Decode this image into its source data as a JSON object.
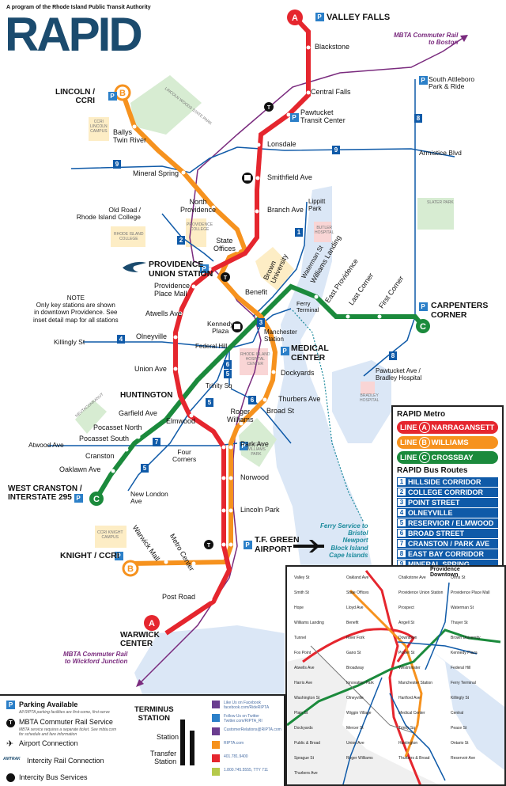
{
  "header": {
    "tagline": "A program of the Rhode Island Public Transit Authority",
    "logo": "RAPID"
  },
  "colors": {
    "line_a": "#e5262e",
    "line_b": "#f6921e",
    "line_c": "#1b8a3c",
    "bus": "#0f5aa8",
    "commuter_rail": "#7a2b7e",
    "water": "#dbe7f6",
    "park": "#d7ecd2",
    "campus": "#fdedc5",
    "hospital": "#f9d5d5"
  },
  "stations": {
    "valley_falls": "VALLEY FALLS",
    "blackstone": "Blackstone",
    "central_falls": "Central Falls",
    "pawtucket_transit": "Pawtucket\nTransit Center",
    "lonsdale": "Lonsdale",
    "smithfield": "Smithfield Ave",
    "branch": "Branch Ave",
    "lincoln": "LINCOLN /\nCCRI",
    "ballys": "Ballys\nTwin River",
    "mineral_spring": "Mineral Spring",
    "north_providence": "North\nProvidence",
    "old_road": "Old Road /\nRhode Island College",
    "state_offices": "State\nOffices",
    "providence_union": "PROVIDENCE\nUNION STATION",
    "providence_place": "Providence\nPlace Mall",
    "atwells": "Atwells Ave",
    "olneyville": "Olneyville",
    "killingly": "Killingly St",
    "union_ave": "Union Ave",
    "huntington": "HUNTINGTON",
    "garfield": "Garfield Ave",
    "pocasset_north": "Pocasset North",
    "pocasset_south": "Pocasset South",
    "atwood": "Atwood Ave",
    "cranston": "Cranston",
    "oaklawn": "Oaklawn Ave",
    "west_cranston": "WEST CRANSTON /\nINTERSTATE 295",
    "elmwood": "Elmwood",
    "four_corners": "Four\nCorners",
    "new_london": "New London\nAve",
    "roger_williams": "Roger\nWilliams",
    "broad_st": "Broad St",
    "park_ave": "Park Ave",
    "norwood": "Norwood",
    "lincoln_park": "Lincoln Park",
    "tf_green": "T.F. GREEN\nAIRPORT",
    "metro_center": "Metro Center",
    "warwick_mall": "Warwick Mall",
    "knight": "KNIGHT / CCRI",
    "post_road": "Post Road",
    "warwick_center": "WARWICK\nCENTER",
    "lippitt": "Lippitt\nPark",
    "brown": "Brown\nUniversity",
    "benefit": "Benefit",
    "waterman": "Waterman St",
    "williams_landing": "Williams Landing",
    "east_providence": "East Providence",
    "last_corner": "Last Corner",
    "first_corner": "First Corner",
    "carpenters": "CARPENTERS\nCORNER",
    "ferry": "Ferry\nTerminal",
    "kennedy": "Kennedy\nPlaza",
    "manchester": "Manchester\nStation",
    "federal_hill": "Federal Hill",
    "medical_center": "MEDICAL\nCENTER",
    "dockyards": "Dockyards",
    "trinity": "Trinity Sq",
    "thurbers": "Thurbers Ave",
    "south_attleboro": "South Attleboro\nPark & Ride",
    "armistice": "Armistice Blvd",
    "pawtucket_bradley": "Pawtucket Ave /\nBradley Hospital"
  },
  "annotations": {
    "mbta_boston": "MBTA Commuter Rail\nto Boston",
    "mbta_wickford": "MBTA Commuter Rail\nto Wickford Junction",
    "note": "NOTE\nOnly key stations are shown\nin downtown Providence. See\ninset detail map for all stations",
    "ferry_service": "Ferry Service to\nBristol\nNewport\nBlock Island\nCape Islands",
    "lincoln_woods": "LINCOLN WOODS STATE PARK",
    "ccri_lincoln": "CCRI\nLINCOLN\nCAMPUS",
    "ric": "RHODE ISLAND\nCOLLEGE",
    "providence_college": "PROVIDENCE\nCOLLEGE",
    "butler": "BUTLER\nHOSPITAL",
    "slater": "SLATER PARK",
    "bradley": "BRADLEY\nHOSPITAL",
    "ri_hospital": "RHODE ISLAND\nHOSPITAL\nCENTER",
    "roger_williams_park": "ROGER\nWILLIAMS\nPARK",
    "knight_campus": "CCRI KNIGHT\nCAMPUS",
    "neutaconkanut": "NEUTACONKANUT"
  },
  "metro_legend": {
    "title": "RAPID Metro",
    "lines": [
      {
        "prefix": "LINE",
        "letter": "A",
        "name": "NARRAGANSETT",
        "color": "#e5262e"
      },
      {
        "prefix": "LINE",
        "letter": "B",
        "name": "WILLIAMS",
        "color": "#f6921e"
      },
      {
        "prefix": "LINE",
        "letter": "C",
        "name": "CROSSBAY",
        "color": "#1b8a3c"
      }
    ]
  },
  "bus_legend": {
    "title": "RAPID Bus Routes",
    "routes": [
      {
        "n": "1",
        "name": "HILLSIDE CORRIDOR"
      },
      {
        "n": "2",
        "name": "COLLEGE CORRIDOR"
      },
      {
        "n": "3",
        "name": "POINT STREET"
      },
      {
        "n": "4",
        "name": "OLNEYVILLE"
      },
      {
        "n": "5",
        "name": "RESERVIOR / ELMWOOD"
      },
      {
        "n": "6",
        "name": "BROAD STREET"
      },
      {
        "n": "7",
        "name": "CRANSTON / PARK AVE"
      },
      {
        "n": "8",
        "name": "EAST BAY CORRIDOR"
      },
      {
        "n": "9",
        "name": "MINERAL SPRING"
      }
    ]
  },
  "symbol_legend": {
    "parking": "Parking Available",
    "parking_sub": "All RIPTA parking facilities are first-come, first-serve",
    "mbta": "MBTA Commuter Rail Service",
    "mbta_sub": "MBTA service requires a separate ticket. See mbta.com\nfor schedule and fare information",
    "airport": "Airport Connection",
    "amtrak": "Intercity Rail Connection",
    "bus": "Intercity Bus Services",
    "amtrak_logo": "AMTRAK"
  },
  "terminus": {
    "title": "TERMINUS\nSTATION",
    "station": "Station",
    "transfer": "Transfer\nStation"
  },
  "contacts": [
    "Like Us on Facebook\nfacebook.com/RideRIPTA",
    "Follow Us on Twitter\nTwitter.com/RIPTA_RI",
    "CustomerRelations@RIPTA.com",
    "RIPTA.com",
    "401.781.9400",
    "1.800.745.5555, TTY 711"
  ],
  "inset": {
    "title": "Providence Downtown",
    "labels": [
      "Valley St",
      "Oakland Ave",
      "Chalkstone Ave",
      "Orms St",
      "Smith St",
      "State Offices",
      "Providence Union Station",
      "Providence Place Mall",
      "Hope",
      "Lloyd Ave",
      "Prospect",
      "Waterman St",
      "Williams Landing",
      "Benefit",
      "Angell St",
      "Thayer St",
      "Tunnel",
      "River Fork",
      "Downtown",
      "Brown University",
      "Fox Point",
      "Gano St",
      "Power St",
      "Kennedy Plaza",
      "Atwells Ave",
      "Broadway",
      "Westminster",
      "Federal Hill",
      "Harris Ave",
      "Innovation Park",
      "Manchester Station",
      "Ferry Terminal",
      "Washington St",
      "Olneyville",
      "Hartford Ave",
      "Killingly St",
      "Plain St",
      "Wiggin Village",
      "Medical Center",
      "Central",
      "Dockyards",
      "Mercer St",
      "Trinity Sq",
      "Peace St",
      "Public & Broad",
      "Union Ave",
      "Huntington",
      "Ontario St",
      "Sprague St",
      "Roger Williams",
      "Thurbers & Broad",
      "Reservoir Ave",
      "Thurbers Ave"
    ]
  }
}
